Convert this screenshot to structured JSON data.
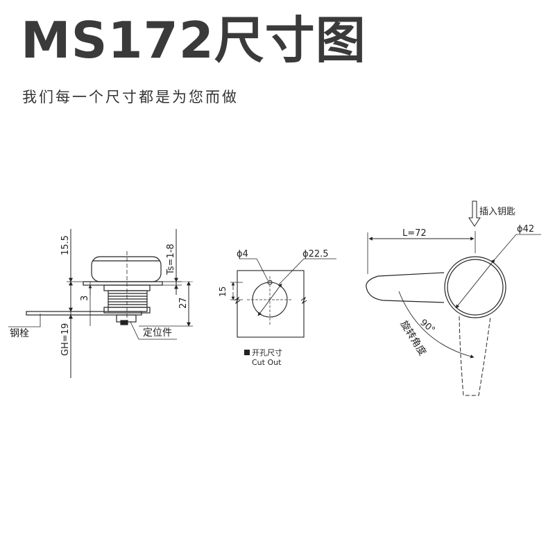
{
  "header": {
    "title": "MS172尺寸图",
    "subtitle": "我们每一个尺寸都是为您而做"
  },
  "side_view": {
    "dim_15_5": "15.5",
    "dim_ts": "Ts=1-8",
    "dim_3": "3",
    "dim_27": "27",
    "dim_gh": "GH=19",
    "label_steel": "钢栓",
    "label_locator": "定位件"
  },
  "cutout": {
    "dim_phi4": "ϕ4",
    "dim_phi22_5": "ϕ22.5",
    "dim_15": "15",
    "caption_cn": "开孔尺寸",
    "caption_en": "Cut Out"
  },
  "handle_view": {
    "label_insert_key": "插入钥匙",
    "dim_l": "L=72",
    "dim_phi42": "ϕ42",
    "angle": "90°",
    "label_rotation": "旋转角度"
  },
  "colors": {
    "line": "#222222",
    "title": "#3a3a3a"
  }
}
